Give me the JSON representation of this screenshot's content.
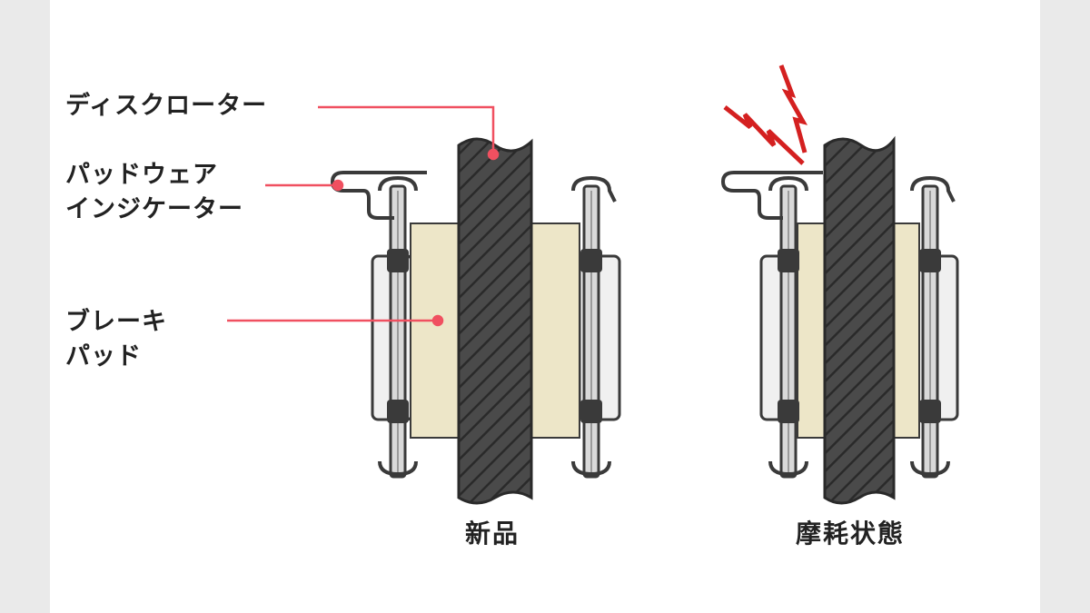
{
  "labels": {
    "disc_rotor": "ディスクローター",
    "wear_indicator_line1": "パッドウェア",
    "wear_indicator_line2": "インジケーター",
    "brake_pad_line1": "ブレーキ",
    "brake_pad_line2": "パッド"
  },
  "captions": {
    "new": "新品",
    "worn": "摩耗状態"
  },
  "colors": {
    "background": "#eaeaea",
    "panel": "#ffffff",
    "leader_line": "#f05060",
    "rotor_fill": "#4a4a4a",
    "pad_fill": "#ede6c8",
    "outline": "#3a3a3a",
    "warning": "#d42020"
  }
}
